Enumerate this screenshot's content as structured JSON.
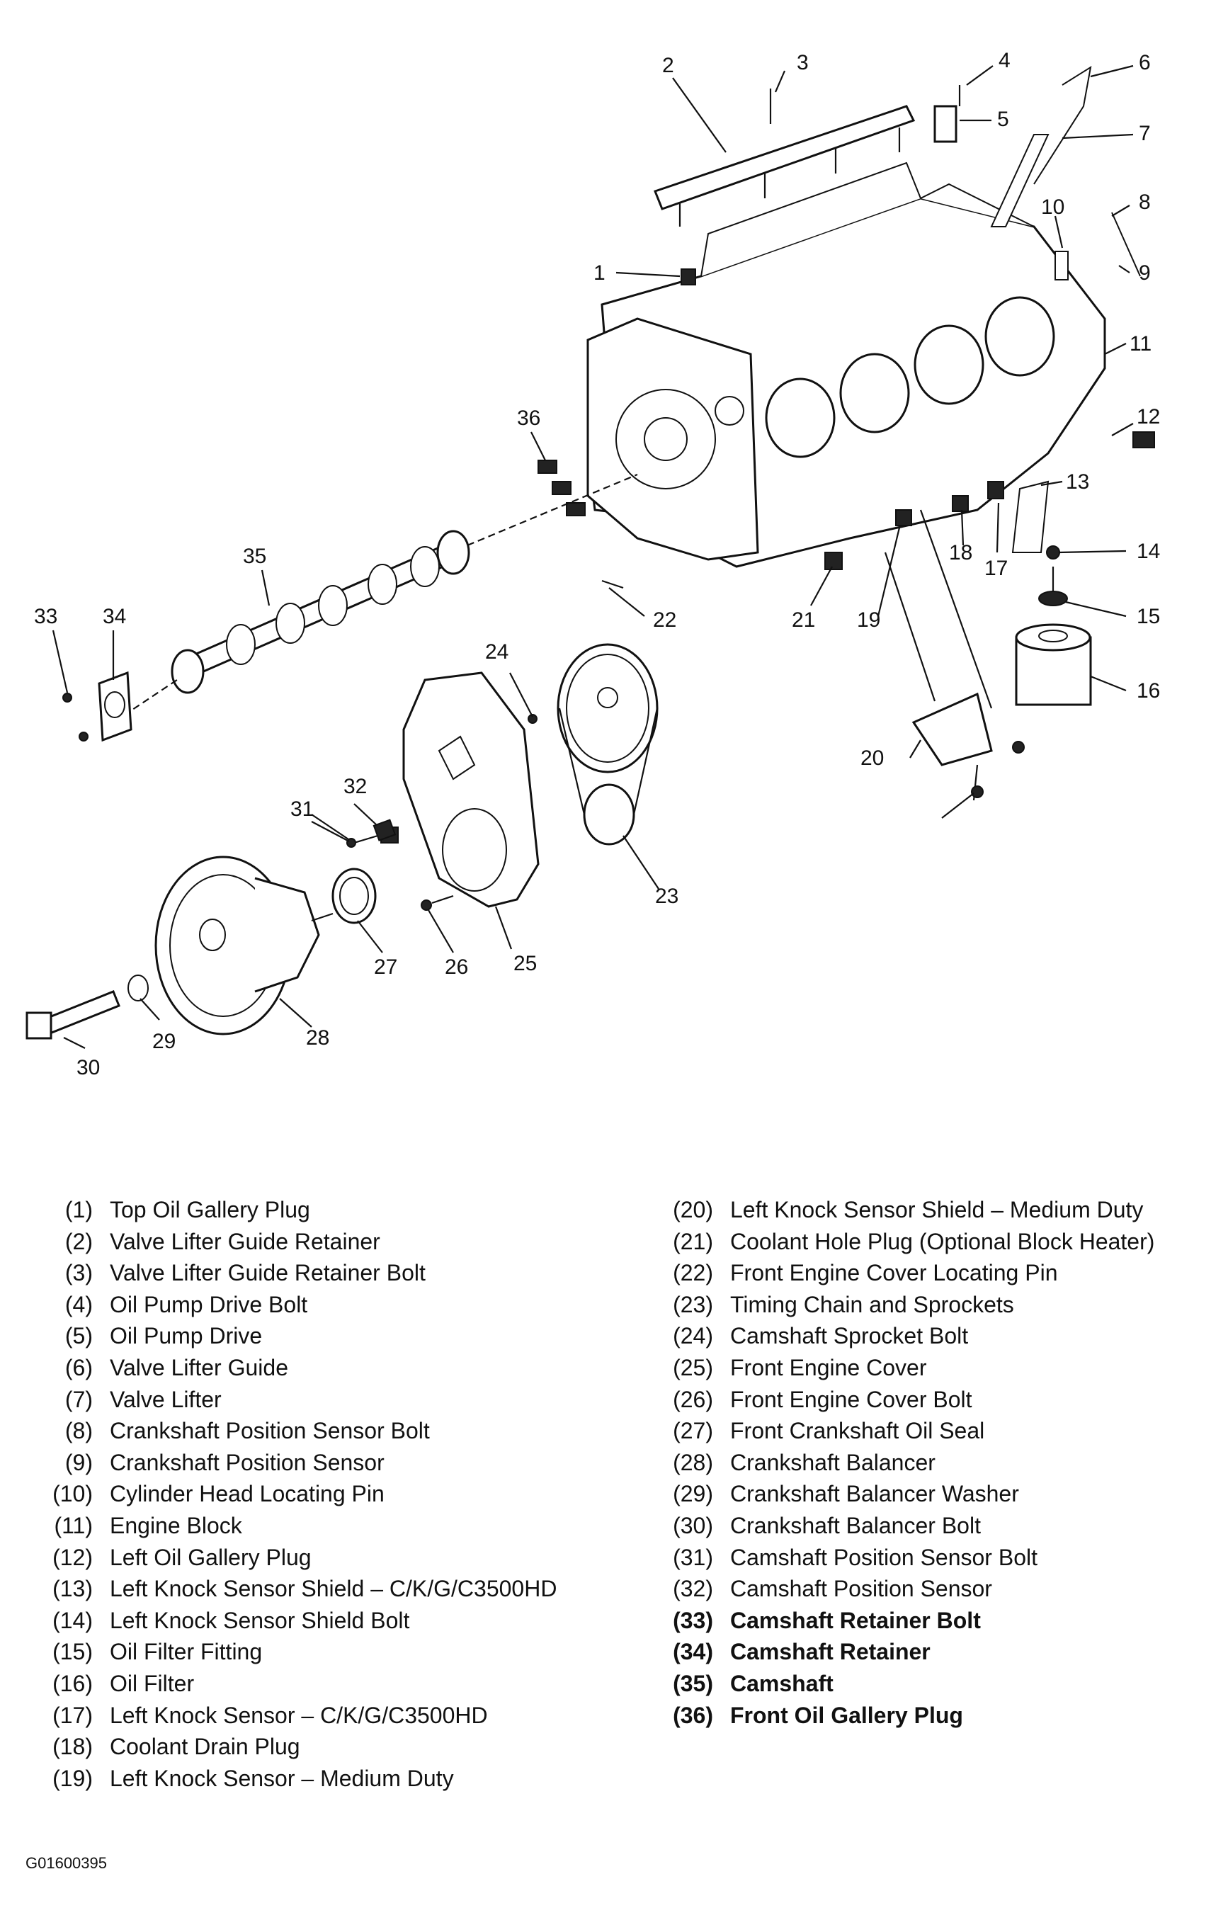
{
  "callouts": [
    "1",
    "2",
    "3",
    "4",
    "5",
    "6",
    "7",
    "8",
    "9",
    "10",
    "11",
    "12",
    "13",
    "14",
    "15",
    "16",
    "17",
    "18",
    "19",
    "20",
    "21",
    "22",
    "23",
    "24",
    "25",
    "26",
    "27",
    "28",
    "29",
    "30",
    "31",
    "32",
    "33",
    "34",
    "35",
    "36"
  ],
  "legend": {
    "col1": [
      {
        "num": "(1)",
        "label": "Top Oil Gallery Plug"
      },
      {
        "num": "(2)",
        "label": "Valve Lifter Guide Retainer"
      },
      {
        "num": "(3)",
        "label": "Valve Lifter Guide Retainer Bolt"
      },
      {
        "num": "(4)",
        "label": "Oil Pump Drive Bolt"
      },
      {
        "num": "(5)",
        "label": "Oil Pump Drive"
      },
      {
        "num": "(6)",
        "label": "Valve Lifter Guide"
      },
      {
        "num": "(7)",
        "label": "Valve Lifter"
      },
      {
        "num": "(8)",
        "label": "Crankshaft Position Sensor Bolt"
      },
      {
        "num": "(9)",
        "label": "Crankshaft Position Sensor"
      },
      {
        "num": "(10)",
        "label": "Cylinder Head Locating Pin"
      },
      {
        "num": "(11)",
        "label": "Engine Block"
      },
      {
        "num": "(12)",
        "label": "Left Oil Gallery Plug"
      },
      {
        "num": "(13)",
        "label": "Left Knock Sensor Shield – C/K/G/C3500HD"
      },
      {
        "num": "(14)",
        "label": "Left Knock Sensor Shield Bolt"
      },
      {
        "num": "(15)",
        "label": "Oil Filter Fitting"
      },
      {
        "num": "(16)",
        "label": "Oil Filter"
      },
      {
        "num": "(17)",
        "label": "Left Knock Sensor – C/K/G/C3500HD"
      },
      {
        "num": "(18)",
        "label": "Coolant Drain Plug"
      },
      {
        "num": "(19)",
        "label": "Left Knock Sensor – Medium Duty"
      }
    ],
    "col2": [
      {
        "num": "(20)",
        "label": "Left Knock Sensor Shield – Medium Duty"
      },
      {
        "num": "(21)",
        "label": "Coolant Hole Plug (Optional Block Heater)"
      },
      {
        "num": "(22)",
        "label": "Front Engine Cover Locating Pin"
      },
      {
        "num": "(23)",
        "label": "Timing Chain and Sprockets"
      },
      {
        "num": "(24)",
        "label": "Camshaft Sprocket Bolt"
      },
      {
        "num": "(25)",
        "label": "Front Engine Cover"
      },
      {
        "num": "(26)",
        "label": "Front Engine Cover Bolt"
      },
      {
        "num": "(27)",
        "label": "Front Crankshaft Oil Seal"
      },
      {
        "num": "(28)",
        "label": "Crankshaft Balancer"
      },
      {
        "num": "(29)",
        "label": "Crankshaft Balancer Washer"
      },
      {
        "num": "(30)",
        "label": "Crankshaft Balancer Bolt"
      },
      {
        "num": "(31)",
        "label": "Camshaft Position Sensor Bolt"
      },
      {
        "num": "(32)",
        "label": "Camshaft Position Sensor"
      },
      {
        "num": "(33)",
        "label": "Camshaft Retainer Bolt"
      },
      {
        "num": "(34)",
        "label": "Camshaft Retainer"
      },
      {
        "num": "(35)",
        "label": "Camshaft"
      },
      {
        "num": "(36)",
        "label": "Front Oil Gallery Plug"
      }
    ]
  },
  "figure_code": "G01600395"
}
